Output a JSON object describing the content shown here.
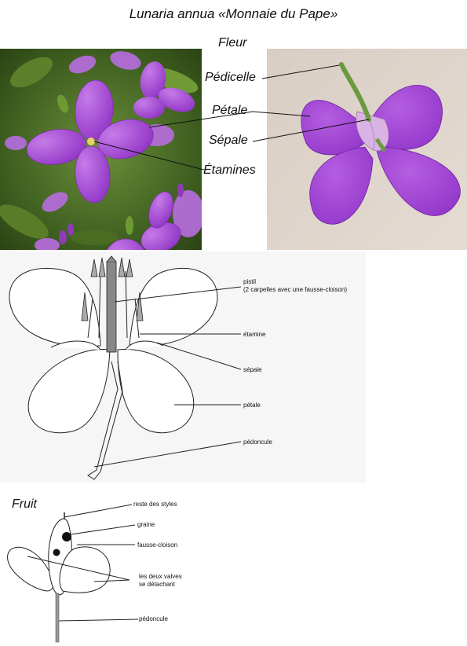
{
  "title": "Lunaria annua «Monnaie du Pape»",
  "flower_section": {
    "heading": "Fleur",
    "labels": {
      "pedicelle": "Pédicelle",
      "petale": "Pétale",
      "sepale": "Sépale",
      "etamines": "Étamines"
    }
  },
  "flower_diagram": {
    "labels": {
      "pistil": "pistil",
      "pistil_note": "(2 carpelles avec une fausse-cloison)",
      "etamine": "étamine",
      "sepale": "sépale",
      "petale": "pétale",
      "pedoncule": "pédoncule"
    }
  },
  "fruit_section": {
    "heading": "Fruit",
    "labels": {
      "reste_styles": "reste des styles",
      "graine": "graine",
      "fausse_cloison": "fausse-cloison",
      "valves_line1": "les deux valves",
      "valves_line2": "se détachant",
      "pedoncule": "pédoncule"
    }
  },
  "colors": {
    "petal_purple": "#9b3fd1",
    "leaf_green": "#4f7a2a",
    "diagram_bg": "#f6f6f6"
  }
}
